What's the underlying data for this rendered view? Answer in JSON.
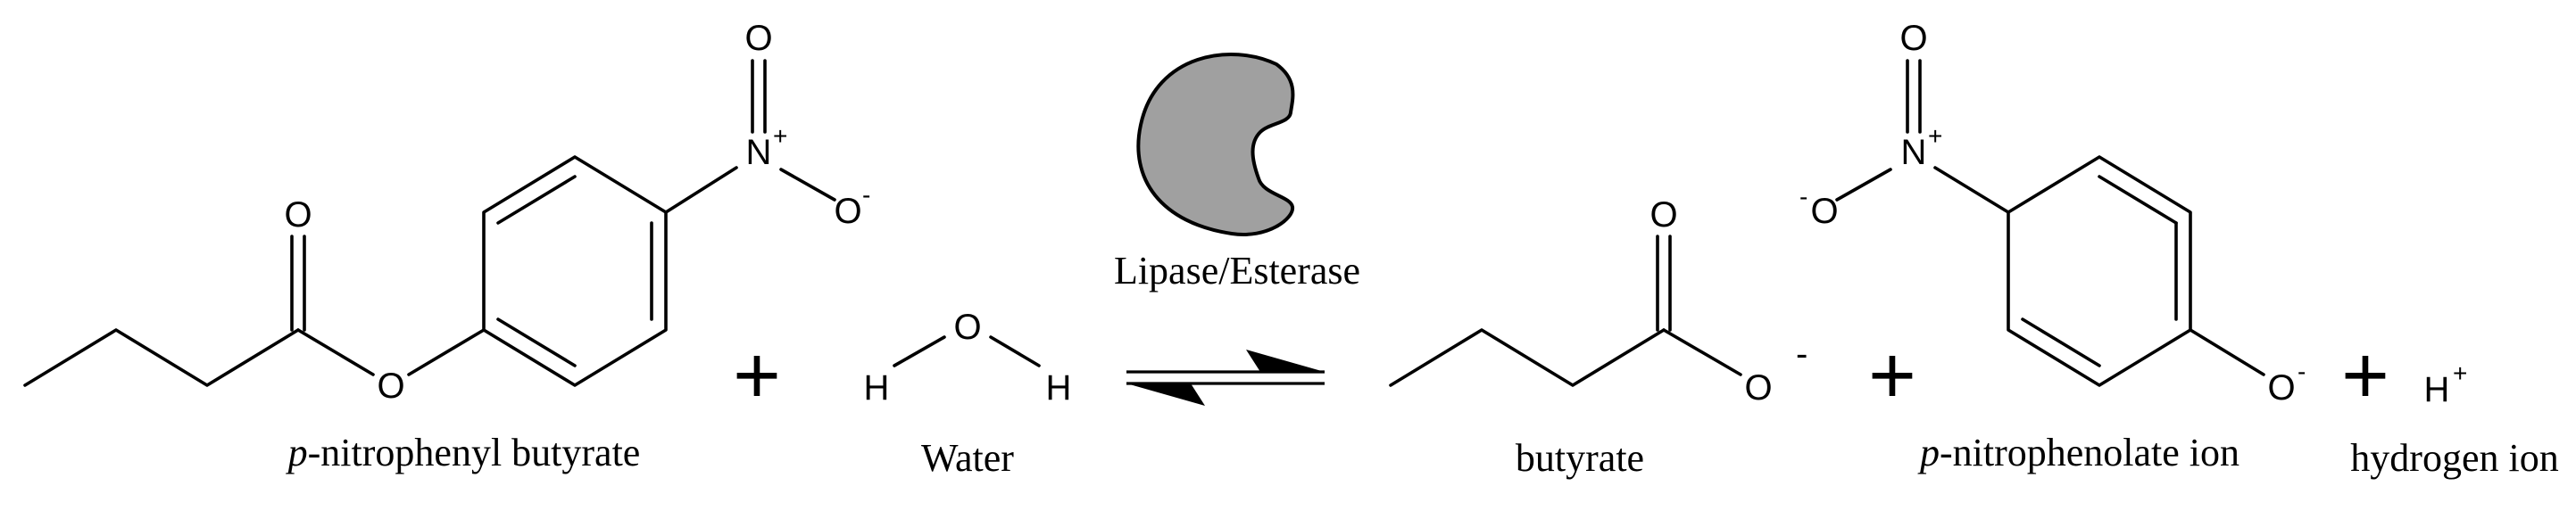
{
  "labels": {
    "reactant1_prefix": "p",
    "reactant1_rest": "-nitrophenyl butyrate",
    "reactant2": "Water",
    "enzyme": "Lipase/Esterase",
    "product1": "butyrate",
    "product2_prefix": "p",
    "product2_rest": "-nitrophenolate ion",
    "product3": "hydrogen ion"
  },
  "atoms": {
    "oxygen": "O",
    "nitrogen": "N",
    "hydrogen": "H",
    "plus_charge": "+",
    "minus_charge": "-"
  },
  "operators": {
    "plus": "+"
  },
  "colors": {
    "enzyme_fill": "#a0a0a0",
    "line": "#000000"
  }
}
